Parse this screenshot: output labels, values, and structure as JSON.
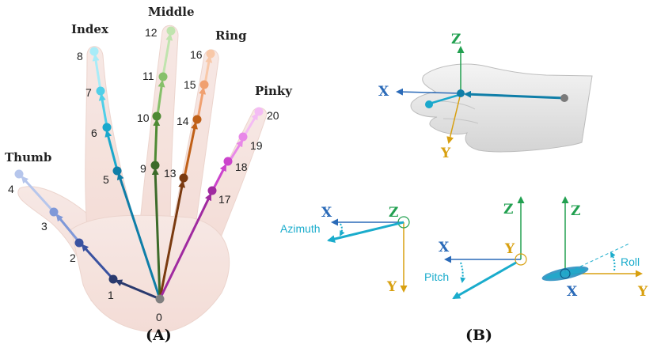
{
  "fingers": {
    "thumb": "Thumb",
    "index": "Index",
    "middle": "Middle",
    "ring": "Ring",
    "pinky": "Pinky"
  },
  "joints": [
    "0",
    "1",
    "2",
    "3",
    "4",
    "5",
    "6",
    "7",
    "8",
    "9",
    "10",
    "11",
    "12",
    "13",
    "14",
    "15",
    "16",
    "17",
    "18",
    "19",
    "20"
  ],
  "panels": {
    "a": "(A)",
    "b": "(B)"
  },
  "axes": {
    "x": "X",
    "y": "Y",
    "z": "Z"
  },
  "angles": {
    "azimuth": "Azimuth",
    "pitch": "Pitch",
    "roll": "Roll"
  },
  "colors": {
    "thumb": [
      "#2a3a6e",
      "#3a52a0",
      "#7f98d8",
      "#b6c6ec"
    ],
    "index": [
      "#0f7ea8",
      "#1aa8cc",
      "#50cfe8",
      "#a8ecf8"
    ],
    "middle": [
      "#3c6b2a",
      "#4e8a34",
      "#86c06a",
      "#c0e4ae"
    ],
    "ring": [
      "#7a3a10",
      "#c06018",
      "#f0a070",
      "#f8c8a8"
    ],
    "pinky": [
      "#a02aa0",
      "#cc44cc",
      "#e888e8",
      "#f4bcf4"
    ],
    "axis_x": "#2a6ab8",
    "axis_y": "#d8a010",
    "axis_z": "#22a050",
    "accent": "#1aaccc"
  }
}
